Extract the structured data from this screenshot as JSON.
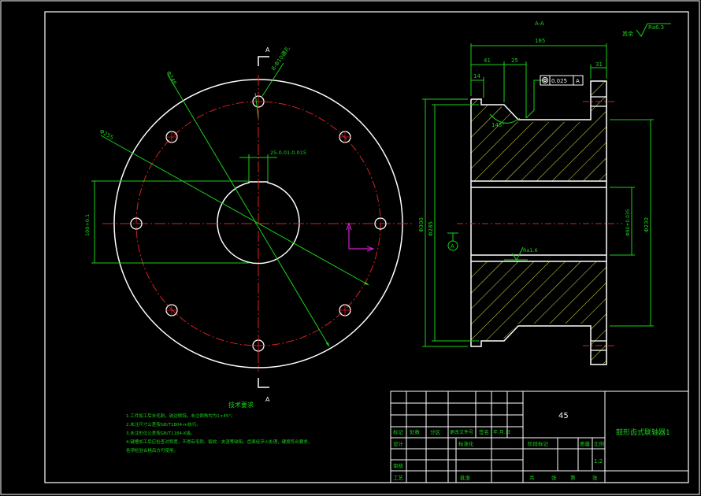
{
  "section_title": "A-A",
  "section_marker": "A",
  "roughness_note": "其余",
  "roughness_value": "Ra6.3",
  "roughness_bore": "Ra1.6",
  "dims": {
    "length_total": "165",
    "d41": "41",
    "d25": "25",
    "d31": "31",
    "d14": "14",
    "angle": "145°",
    "concentricity_tol": "0.025",
    "concentricity_ref": "A",
    "dia_outer": "Φ300",
    "dia_face": "Φ285",
    "dia_hub": "Φ230",
    "dia_bore": "Φ90+0.035",
    "keyway_width": "25-0.01-0.015",
    "keyway_depth": "100+0.1",
    "pcd": "Φ246",
    "bolt_holes": "8-Φ10通孔",
    "dia_255": "Φ255"
  },
  "notes_title": "技术要求",
  "notes": [
    "1.工件加工后去毛刺，锐边倒钝。未注倒角均为1×45°。",
    "2.未注尺寸公差按GB/T1804-m执行。",
    "3.未注形位公差按GB/T1184-K级。",
    "4.键槽加工后应检查对称度，不得有毛刺、裂纹、夹渣等缺陷，齿面经淬火处理，硬度符合要求，",
    "   各项检验合格后方可使用。"
  ],
  "title_block": {
    "material": "45",
    "part_name": "鼓形齿式联轴器1",
    "scale_label": "比例",
    "scale": "1:2",
    "weight_label": "质量",
    "stage_label": "阶段标记",
    "r_biaoji": "标记",
    "r_chushu": "处数",
    "r_fenqu": "分区",
    "r_gengai": "更改文件号",
    "r_qianming": "签名",
    "r_ymd": "年.月.日",
    "r_sheji": "设计",
    "r_biaozhunhua": "标准化",
    "r_shenhe": "审核",
    "r_gongyi": "工艺",
    "r_pizhun": "批准",
    "gong": "共",
    "zhang": "张",
    "di": "第",
    "zhang2": "张"
  }
}
